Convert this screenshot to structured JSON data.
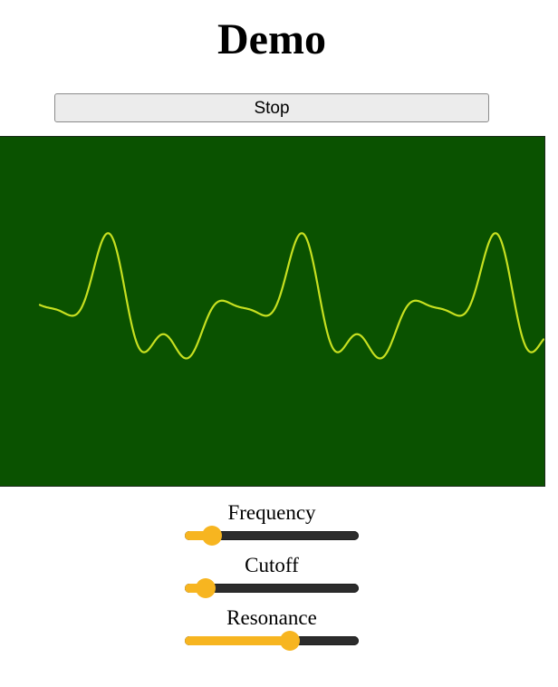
{
  "header": {
    "title": "Demo"
  },
  "transport": {
    "stop_label": "Stop"
  },
  "oscilloscope": {
    "background_color": "#0a5200",
    "trace_color": "#c7e020",
    "waveform": {
      "fundamental_cycles_visible": 2.6,
      "harmonics": [
        {
          "harmonic": 1,
          "amplitude": 1.0,
          "phase_deg": 0
        },
        {
          "harmonic": 2,
          "amplitude": 0.7,
          "phase_deg": 180
        },
        {
          "harmonic": 3,
          "amplitude": 0.55,
          "phase_deg": 90
        },
        {
          "harmonic": 4,
          "amplitude": 0.35,
          "phase_deg": 270
        }
      ]
    }
  },
  "controls": {
    "accent_color": "#f7b520",
    "track_color": "#2c2c2c",
    "frequency": {
      "label": "Frequency",
      "value": 0.11
    },
    "cutoff": {
      "label": "Cutoff",
      "value": 0.07
    },
    "resonance": {
      "label": "Resonance",
      "value": 0.62
    }
  }
}
